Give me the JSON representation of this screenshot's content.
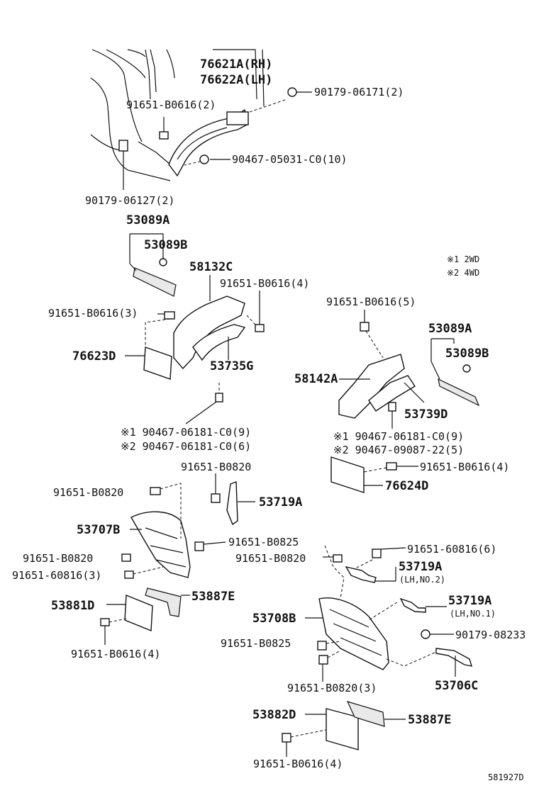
{
  "labels": {
    "p76621A": "76621A(RH)",
    "p76622A": "76622A(LH)",
    "p90179_06171": "90179-06171(2)",
    "p91651_B0616_2": "91651-B0616(2)",
    "p90467_05031": "90467-05031-C0(10)",
    "p90179_06127": "90179-06127(2)",
    "p53089A_left": "53089A",
    "p53089B_left": "53089B",
    "p58132C": "58132C",
    "p91651_B0616_4_top": "91651-B0616(4)",
    "p91651_B0616_3": "91651-B0616(3)",
    "p76623D": "76623D",
    "p53735G": "53735G",
    "p90467_06181_9_left": "※1 90467-06181-C0(9)",
    "p90467_06181_6_left": "※2 90467-06181-C0(6)",
    "p91651_B0616_5": "91651-B0616(5)",
    "p53089A_right": "53089A",
    "p53089B_right": "53089B",
    "p58142A": "58142A",
    "p53739D": "53739D",
    "p90467_06181_9_right": "※1 90467-06181-C0(9)",
    "p90467_09087": "※2 90467-09087-22(5)",
    "p91651_B0616_4_right": "91651-B0616(4)",
    "p76624D": "76624D",
    "note1": "※1  2WD",
    "note2": "※2  4WD",
    "p91651_B0820_a": "91651-B0820",
    "p91651_B0820_b": "91651-B0820",
    "p53719A_left": "53719A",
    "p53707B": "53707B",
    "p91651_B0825_a": "91651-B0825",
    "p91651_B0820_c": "91651-B0820",
    "p91651_B0820_d": "91651-B0820",
    "p91651_60816_3": "91651-60816(3)",
    "p91651_60816_6": "91651-60816(6)",
    "p53719A_lhno2": "53719A",
    "lhno2": "(LH,NO.2)",
    "p53881D": "53881D",
    "p53887E_left": "53887E",
    "p53719A_lhno1": "53719A",
    "lhno1": "(LH,NO.1)",
    "p53708B": "53708B",
    "p90179_08233": "90179-08233",
    "p91651_B0825_b": "91651-B0825",
    "p91651_B0616_4_left": "91651-B0616(4)",
    "p53706C": "53706C",
    "p91651_B0820_3": "91651-B0820(3)",
    "p53882D": "53882D",
    "p53887E_bottom": "53887E",
    "p91651_B0616_4_bottom": "91651-B0616(4)",
    "diagram_id": "581927D"
  }
}
